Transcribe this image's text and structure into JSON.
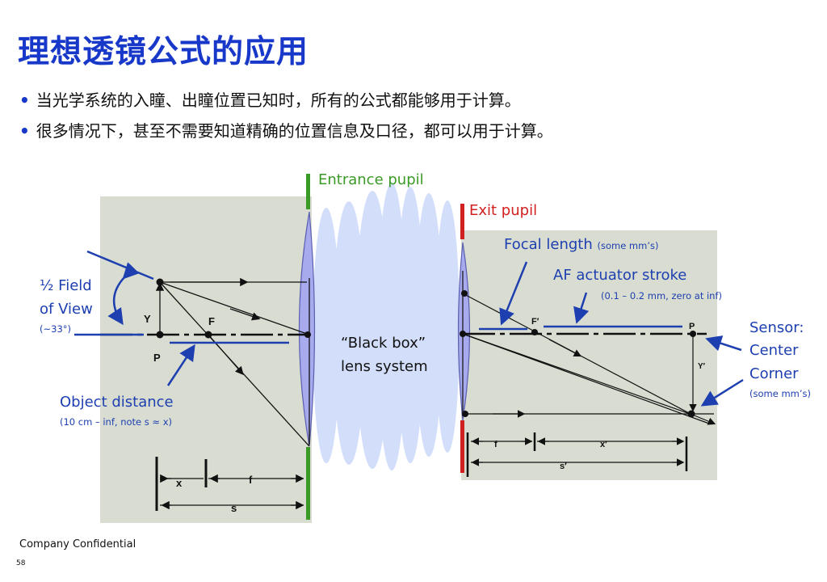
{
  "title": "理想透镜公式的应用",
  "bullets": [
    "当光学系统的入瞳、出瞳位置已知时，所有的公式都能够用于计算。",
    "很多情况下，甚至不需要知道精确的位置信息及口径，都可以用于计算。"
  ],
  "labels": {
    "entrance_pupil": "Entrance pupil",
    "exit_pupil": "Exit pupil",
    "focal_length": "Focal length",
    "focal_length_note": "(some mm’s)",
    "af_actuator": "AF actuator stroke",
    "af_actuator_note": "(0.1 – 0.2 mm, zero at inf)",
    "half_field_line1": "½ Field",
    "half_field_line2": "of View",
    "half_field_note": "(~33°)",
    "object_distance": "Object distance",
    "object_distance_note": "(10 cm – inf, note s ≈ x)",
    "black_box_line1": "“Black box”",
    "black_box_line2": "lens system",
    "sensor_line1": "Sensor:",
    "sensor_line2": "Center",
    "sensor_line3": "Corner",
    "sensor_note": "(some mm’s)"
  },
  "figure_left": {
    "y": "Y",
    "p": "P",
    "f_point": "F",
    "x": "x",
    "f": "f",
    "s": "s"
  },
  "figure_right": {
    "f_prime": "F′",
    "p": "P",
    "y_prime": "Y′",
    "f": "f",
    "x_prime": "x′",
    "s_prime": "s′"
  },
  "footer": "Company Confidential",
  "page_number": "58",
  "colors": {
    "title_blue": "#1738c8",
    "annotation_blue": "#1d3fb0",
    "entrance_green": "#3a9a26",
    "exit_red": "#d12020",
    "panel_gray": "#d9ddd1",
    "lens_violet": "#a7aaec",
    "black_box_blue": "#d2defa"
  }
}
